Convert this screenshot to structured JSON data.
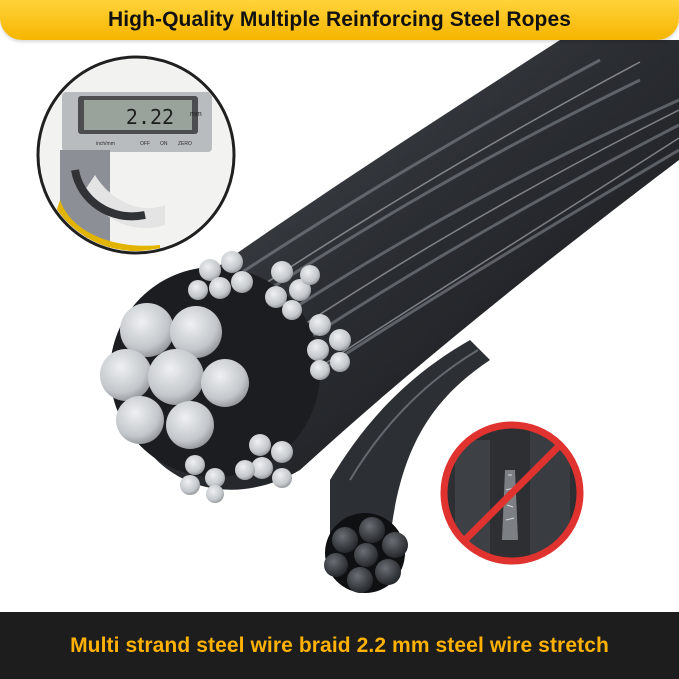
{
  "header": {
    "title": "High-Quality Multiple Reinforcing Steel Ropes"
  },
  "caliper": {
    "display_value": "2.22",
    "display_unit": "mm",
    "buttons": [
      "inch/mm",
      "OFF",
      "ON",
      "ZERO"
    ]
  },
  "footer": {
    "caption": "Multi strand steel wire braid 2.2 mm steel wire stretch"
  },
  "colors": {
    "banner": "#f6b500",
    "footer_bar": "#1d1d1d",
    "footer_text": "#ffb100",
    "cable_dark": "#2a2d31",
    "wire_end": "#c9cdd1",
    "prohibit_red": "#e0322f"
  }
}
